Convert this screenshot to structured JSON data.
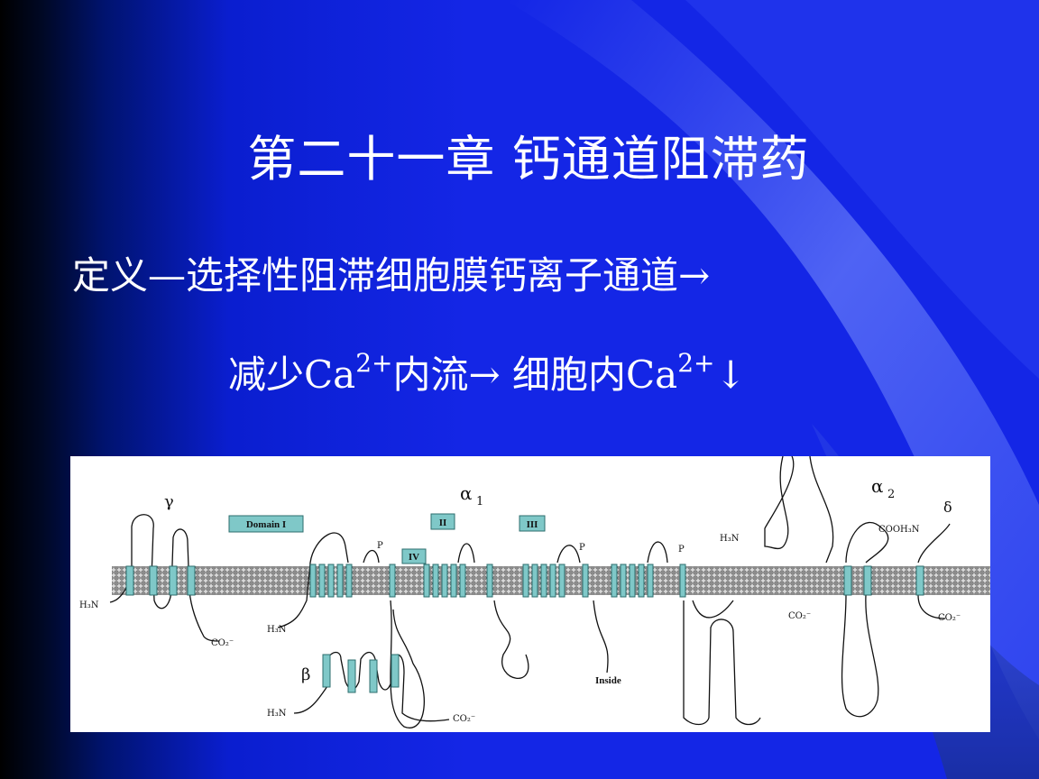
{
  "slide": {
    "title": "第二十一章  钙通道阻滞药",
    "definition": {
      "line1": "定义—选择性阻滞细胞膜钙离子通道→",
      "line2_part1": "减少Ca",
      "line2_sup1": "2+",
      "line2_part2": "内流→  细胞内Ca",
      "line2_sup2": "2+",
      "line2_part3": "↓"
    },
    "diagram": {
      "subunits": {
        "gamma": "γ",
        "alpha1": "α",
        "alpha1_sub": "1",
        "alpha2": "α",
        "alpha2_sub": "2",
        "delta": "δ",
        "beta": "β"
      },
      "domains": {
        "d1": "Domain I",
        "d2": "II",
        "d3": "III",
        "d4": "IV"
      },
      "pore_label": "P",
      "amino_terminal": "H₃N",
      "carboxyl_terminal": "CO₂⁻",
      "cooh_label": "COOH₃N",
      "inside_label": "Inside"
    },
    "colors": {
      "background": "#1426e6",
      "text": "#ffffff",
      "helix": "#7fc8c8",
      "membrane": "#8c8c8c"
    }
  }
}
